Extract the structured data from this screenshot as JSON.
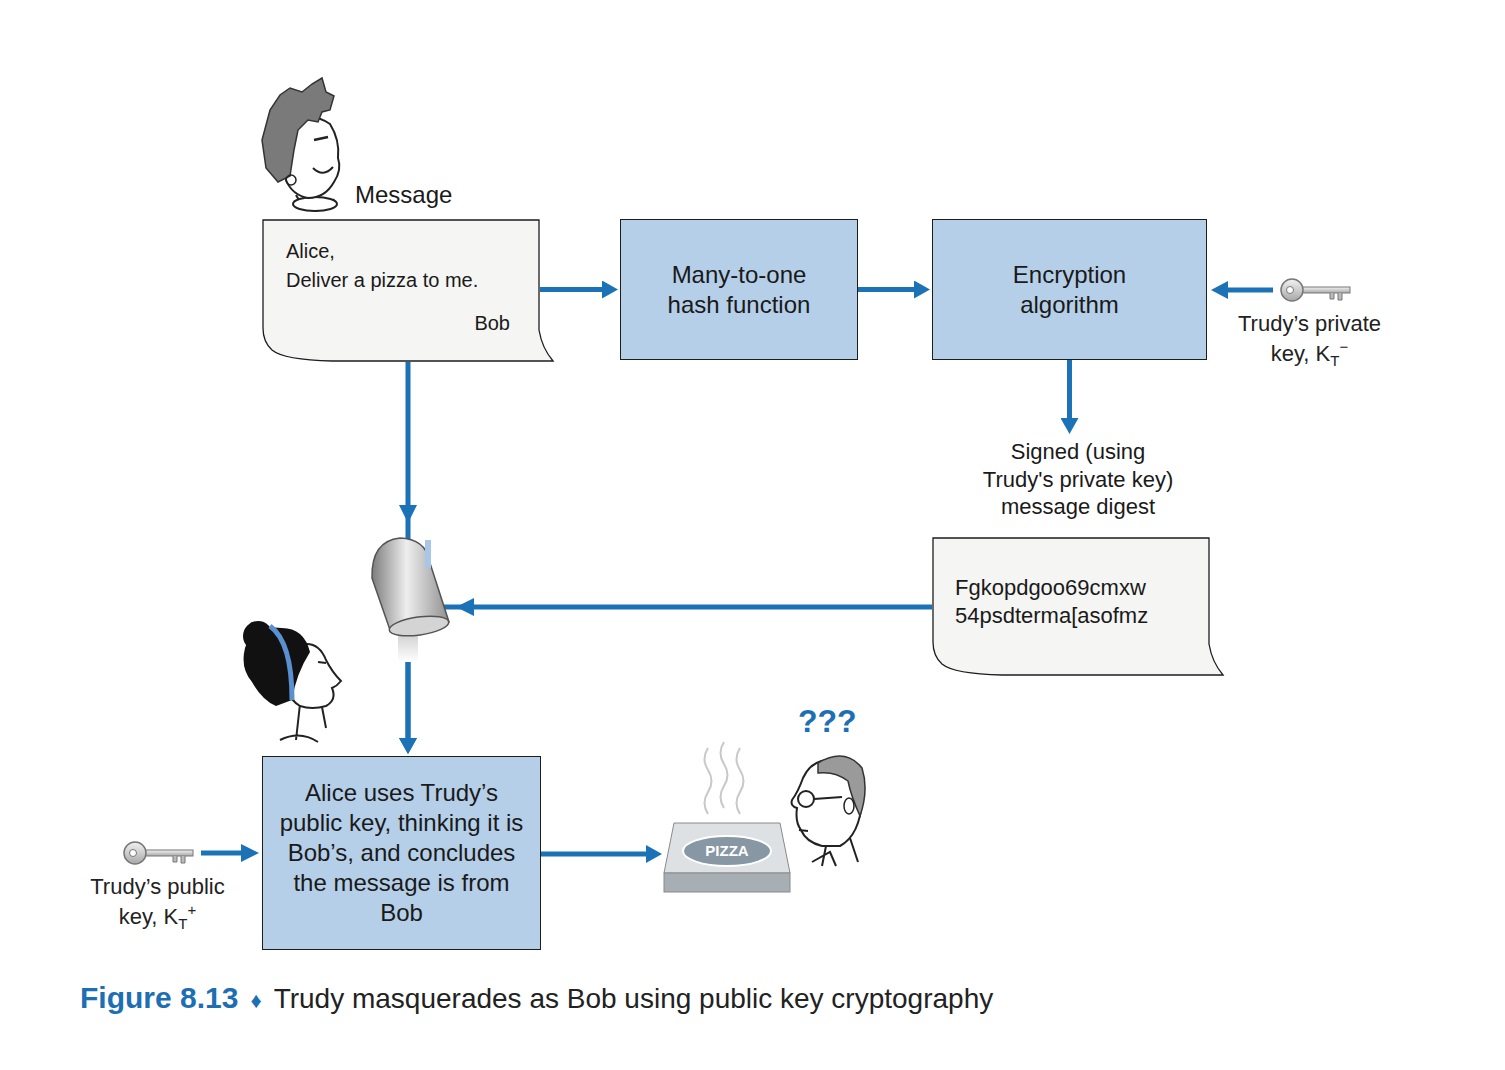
{
  "diagram": {
    "caption": "Trudy masquerades as Bob using public key cryptography",
    "nodes": [
      {
        "text": [
          "Message",
          "Alice,",
          "Deliver a pizza to me.",
          "Bob"
        ]
      },
      {
        "text": [
          "Many-to-one hash function"
        ]
      },
      {
        "text": [
          "Encryption algorithm"
        ]
      },
      {
        "text": [
          "Signed (using Trudy's private key) message digest",
          "Fgkopdgoo69cmxw 54psdterma[asofmz"
        ]
      },
      {
        "text": [
          "Alice uses Trudy’s public key, thinking it is Bob’s, and concludes the message is from Bob"
        ]
      },
      {
        "text": [
          "PIZZA"
        ]
      }
    ],
    "edges": [
      {
        "from": 0,
        "to": 1,
        "arrow": "to"
      },
      {
        "from": 1,
        "to": 2,
        "arrow": "to"
      },
      {
        "from": 2,
        "to": 3,
        "arrow": "to"
      },
      {
        "from": 0,
        "to": 4,
        "arrow": "to"
      },
      {
        "from": 3,
        "to": 4,
        "arrow": "to"
      },
      {
        "from": 4,
        "to": 5,
        "arrow": "to"
      }
    ],
    "labels": [
      "Trudy’s private key, K",
      "T",
      "−",
      "Trudy’s public key, K",
      "T",
      "+",
      "???",
      "Figure 8.13",
      "♦"
    ]
  }
}
